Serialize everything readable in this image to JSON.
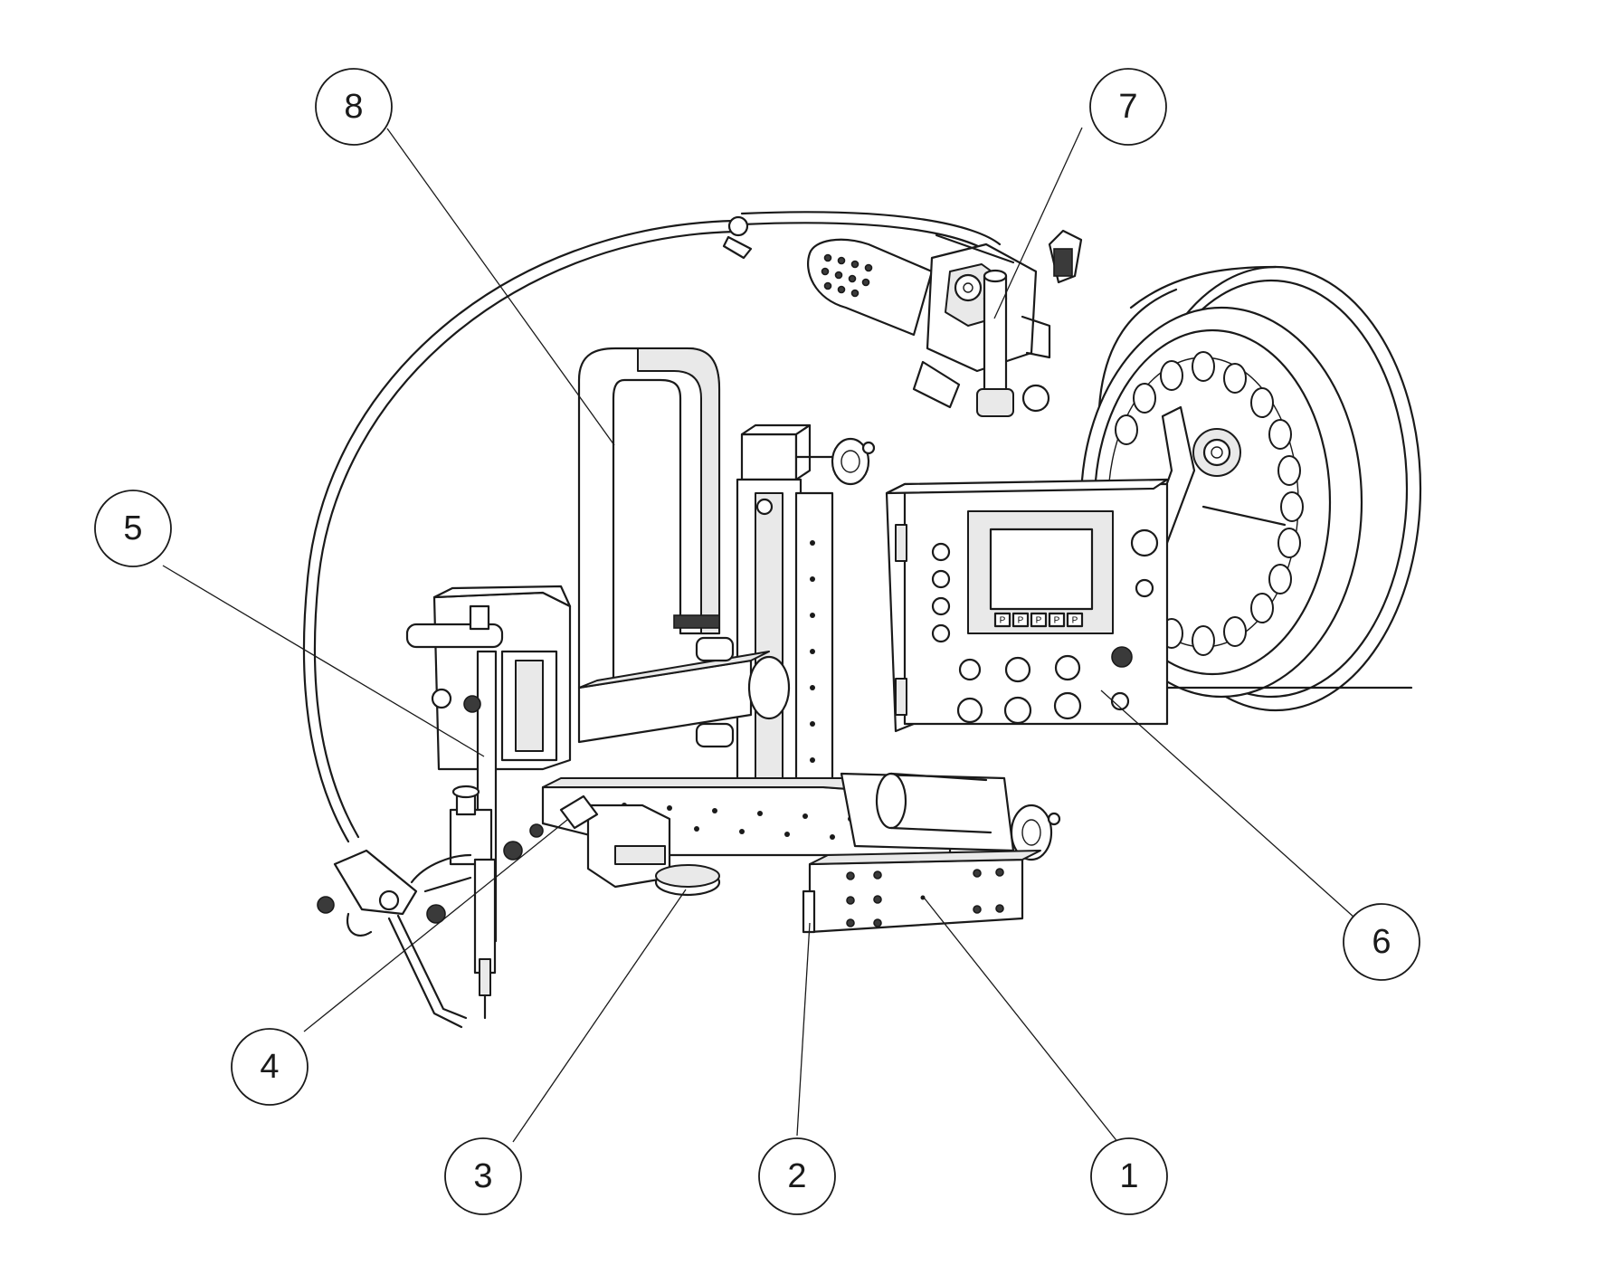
{
  "callouts": [
    {
      "id": "1",
      "label": "1"
    },
    {
      "id": "2",
      "label": "2"
    },
    {
      "id": "3",
      "label": "3"
    },
    {
      "id": "4",
      "label": "4"
    },
    {
      "id": "5",
      "label": "5"
    },
    {
      "id": "6",
      "label": "6"
    },
    {
      "id": "7",
      "label": "7"
    },
    {
      "id": "8",
      "label": "8"
    }
  ],
  "screen_buttons": [
    "P",
    "P",
    "P",
    "P",
    "P"
  ]
}
